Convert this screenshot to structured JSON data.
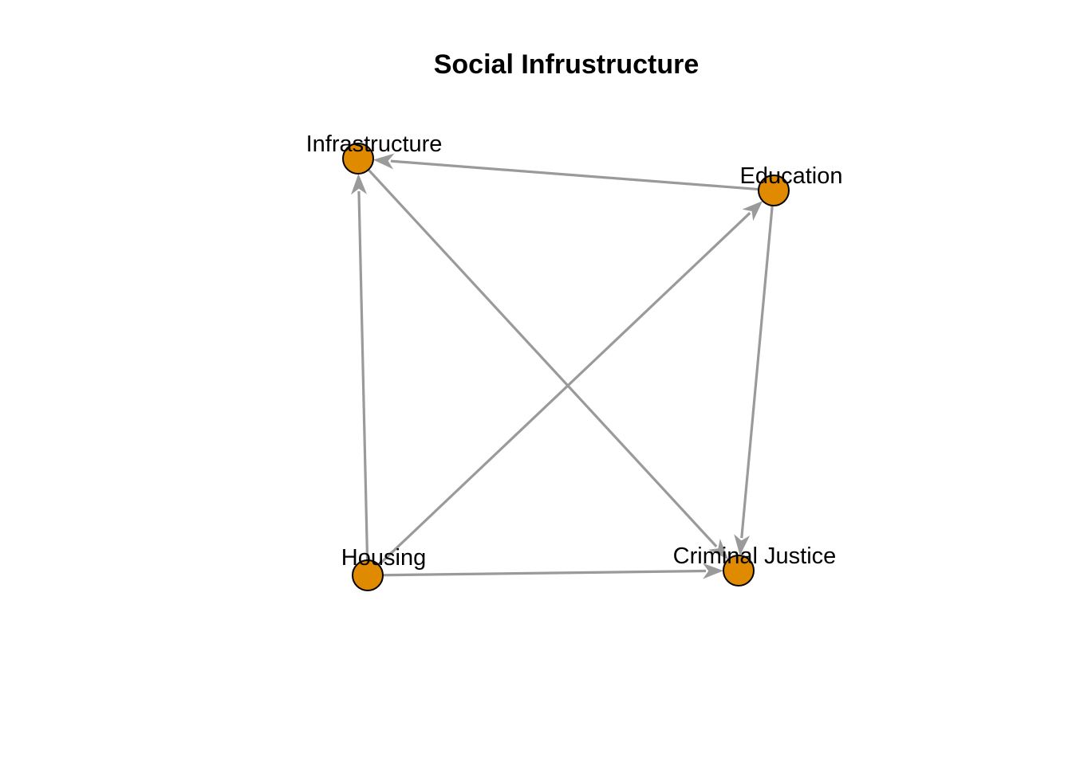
{
  "title": "Social Infrustructure",
  "colors": {
    "node_fill": "#E08A00",
    "node_stroke": "#000000",
    "edge": "#9A9A9A",
    "background": "#FFFFFF"
  },
  "nodes": [
    {
      "id": "infrastructure",
      "label": "Infrastructure"
    },
    {
      "id": "education",
      "label": "Education"
    },
    {
      "id": "housing",
      "label": "Housing"
    },
    {
      "id": "criminal_justice",
      "label": "Criminal Justice"
    }
  ],
  "edges": [
    {
      "from": "education",
      "to": "infrastructure"
    },
    {
      "from": "housing",
      "to": "infrastructure"
    },
    {
      "from": "housing",
      "to": "education"
    },
    {
      "from": "infrastructure",
      "to": "criminal_justice"
    },
    {
      "from": "education",
      "to": "criminal_justice"
    },
    {
      "from": "housing",
      "to": "criminal_justice"
    }
  ],
  "directed": true
}
